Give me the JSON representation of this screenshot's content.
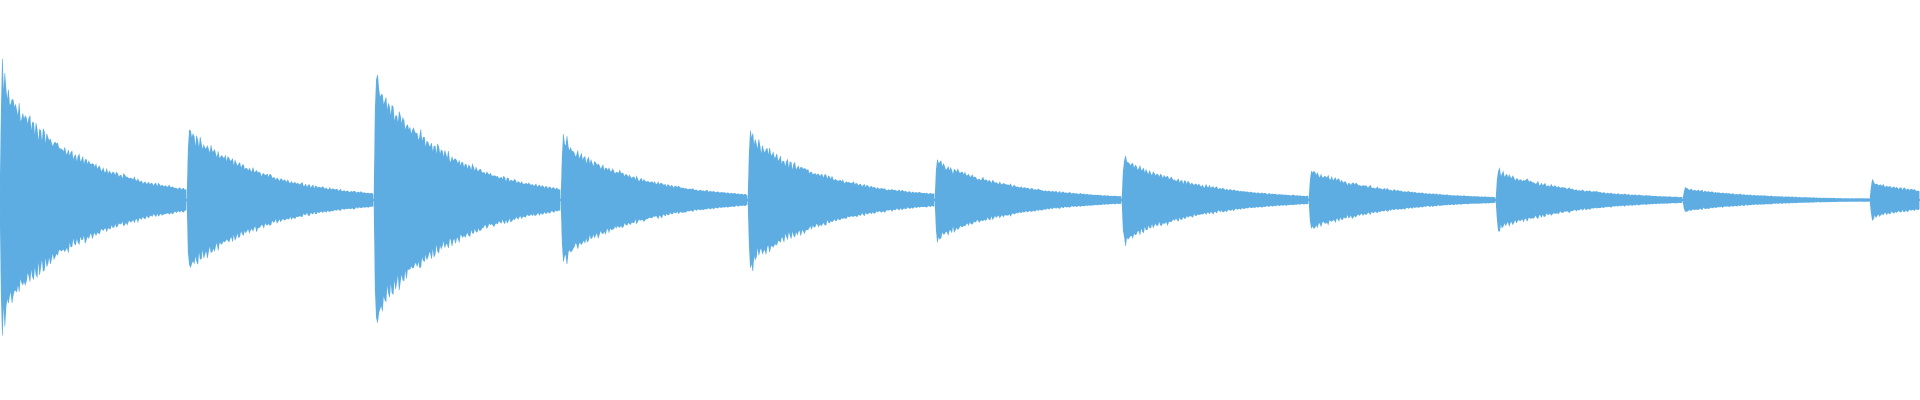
{
  "waveform": {
    "color": "#5dade2",
    "background": "#ffffff",
    "segments": [
      {
        "peak": 1.0,
        "decay": 0.85
      },
      {
        "peak": 0.6,
        "decay": 0.85
      },
      {
        "peak": 1.0,
        "decay": 0.85
      },
      {
        "peak": 0.5,
        "decay": 0.85
      },
      {
        "peak": 0.55,
        "decay": 0.85
      },
      {
        "peak": 0.33,
        "decay": 0.85
      },
      {
        "peak": 0.35,
        "decay": 0.85
      },
      {
        "peak": 0.25,
        "decay": 0.85
      },
      {
        "peak": 0.25,
        "decay": 0.85
      },
      {
        "peak": 0.1,
        "decay": 0.85
      },
      {
        "peak": 0.15,
        "decay": 0.85
      }
    ]
  }
}
